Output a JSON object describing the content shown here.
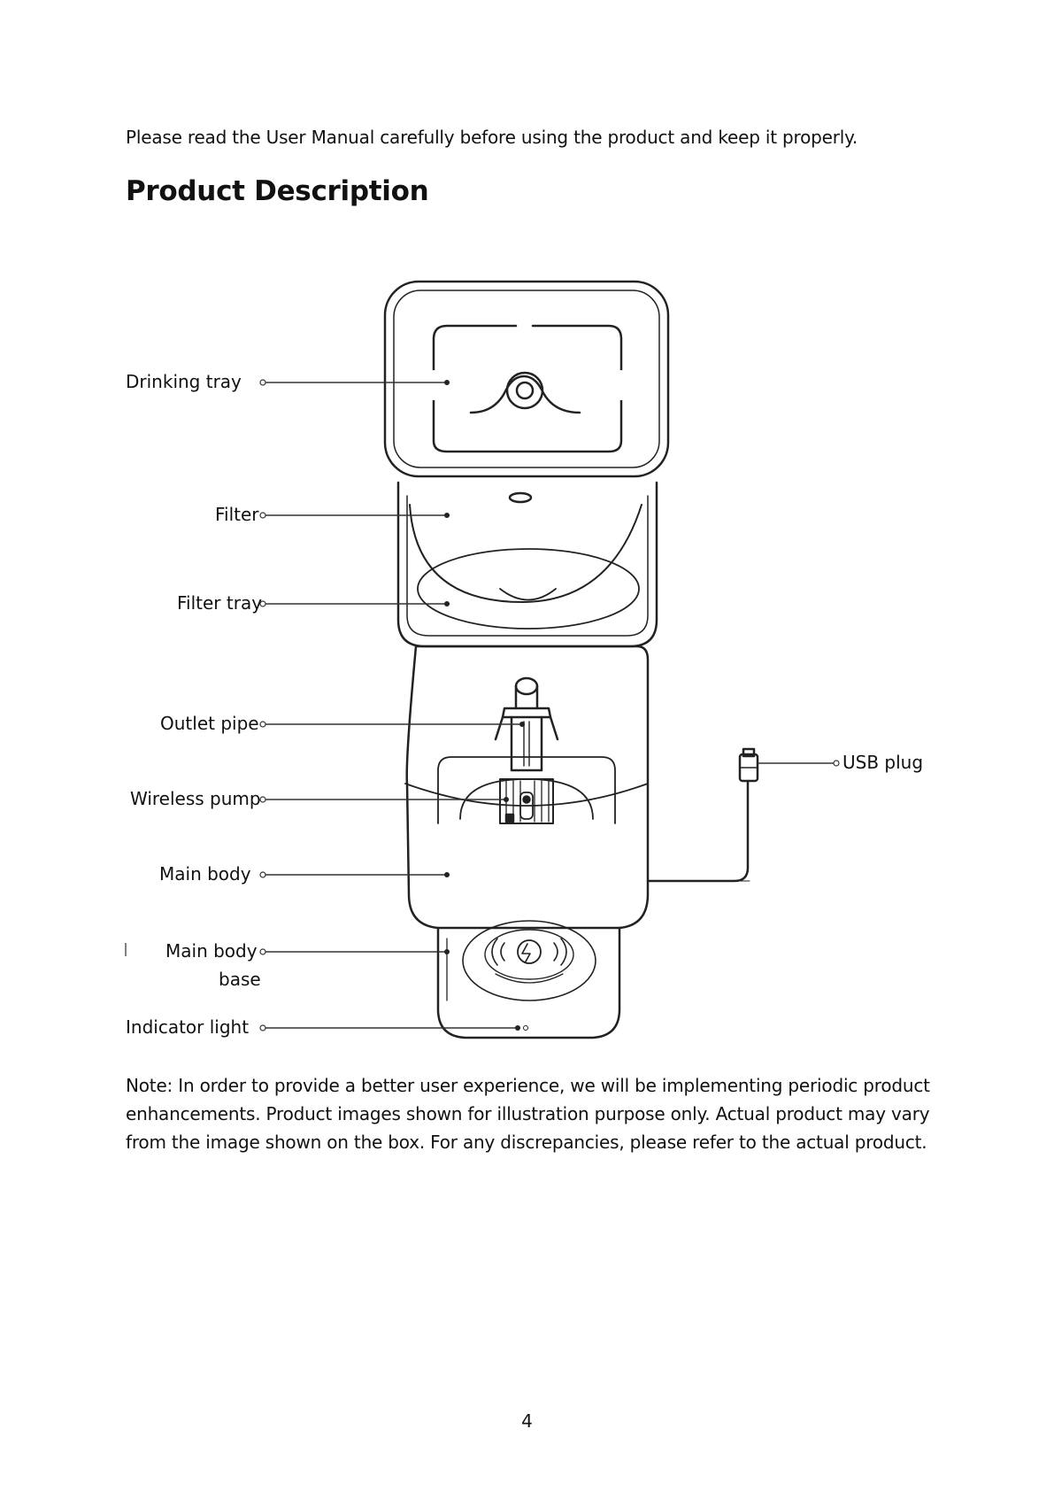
{
  "intro": "Please read the User Manual carefully before using the product and keep it properly.",
  "heading": "Product Description",
  "labels": {
    "drinking_tray": "Drinking tray",
    "filter": "Filter",
    "filter_tray": "Filter tray",
    "outlet_pipe": "Outlet pipe",
    "wireless_pump": "Wireless pump",
    "main_body": "Main body",
    "main_body_base_line1": "Main body",
    "main_body_base_line2": "base",
    "indicator_light": "Indicator light",
    "usb_plug": "USB plug"
  },
  "note": "Note: In order to provide a better user experience, we will be implementing periodic product enhancements. Product images shown for illustration purpose only. Actual product may vary from the image shown on the box. For any discrepancies, please refer to the actual product.",
  "page_number": "4"
}
